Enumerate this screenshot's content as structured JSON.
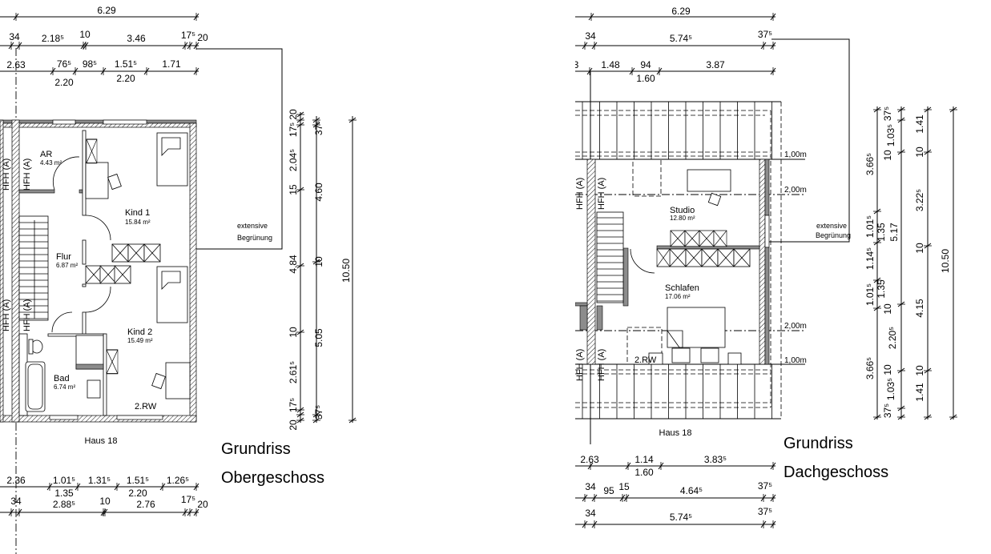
{
  "obergeschoss": {
    "title_line1": "Grundriss",
    "title_line2": "Obergeschoss",
    "house": "Haus 18",
    "note_line1": "extensive",
    "note_line2": "Begrünung",
    "hfh_label": "HFH (A)",
    "window_label": "2.RW",
    "rooms": [
      {
        "name": "AR",
        "area": "4.43 m²"
      },
      {
        "name": "Flur",
        "area": "6.87 m²"
      },
      {
        "name": "Kind 1",
        "area": "15.84 m²"
      },
      {
        "name": "Kind 2",
        "area": "15.49 m²"
      },
      {
        "name": "Bad",
        "area": "6.74 m²"
      }
    ],
    "dims_top": [
      "6.29",
      "34",
      "2.18⁵",
      "10",
      "3.46",
      "17⁵",
      "20",
      "2.63",
      "76⁵",
      "98⁵",
      "1.51⁵",
      "1.71",
      "2.20",
      "2.20"
    ],
    "dims_right": [
      "20",
      "17⁵",
      "2.04⁵",
      "15",
      "4.84",
      "10",
      "2.61⁵",
      "17⁵",
      "20",
      "37⁵",
      "4.60",
      "10",
      "5.05",
      "37⁵",
      "10.50"
    ],
    "dims_bottom": [
      "2.36",
      "1.01⁵",
      "1.35",
      "1.31⁵",
      "1.51⁵",
      "2.20",
      "1.26⁵",
      "34",
      "2.88⁵",
      "10",
      "2.76",
      "17⁵",
      "20"
    ]
  },
  "dachgeschoss": {
    "title_line1": "Grundriss",
    "title_line2": "Dachgeschoss",
    "house": "Haus 18",
    "note_line1": "extensive",
    "note_line2": "Begrünung",
    "hfh_label": "HFH (A)",
    "window_label": "2.RW",
    "rooms": [
      {
        "name": "Studio",
        "area": "12.80 m²"
      },
      {
        "name": "Schlafen",
        "area": "17.06 m²"
      }
    ],
    "levels": [
      "1,00m",
      "2,00m",
      "2,00m",
      "1,00m"
    ],
    "dims_top": [
      "6.29",
      "34",
      "5.74⁵",
      "37⁵",
      "3",
      "1.48",
      "94",
      "1.60",
      "3.87"
    ],
    "dims_right": [
      "3.66⁵",
      "1.01⁵",
      "1.14⁵",
      "1.01⁵",
      "3.66⁵",
      "37⁵",
      "1.03⁵",
      "10",
      "1.35",
      "5.17",
      "1.35",
      "10",
      "2.20⁵",
      "10",
      "1.03⁵",
      "37⁵",
      "1.41",
      "10",
      "3.22⁵",
      "10",
      "4.15",
      "10",
      "1.41",
      "10.50"
    ],
    "dims_bottom": [
      "2.63",
      "1.14",
      "1.60",
      "3.83⁵",
      "34",
      "95",
      "15",
      "4.64⁵",
      "37⁵",
      "34",
      "5.74⁵",
      "37⁵"
    ]
  }
}
